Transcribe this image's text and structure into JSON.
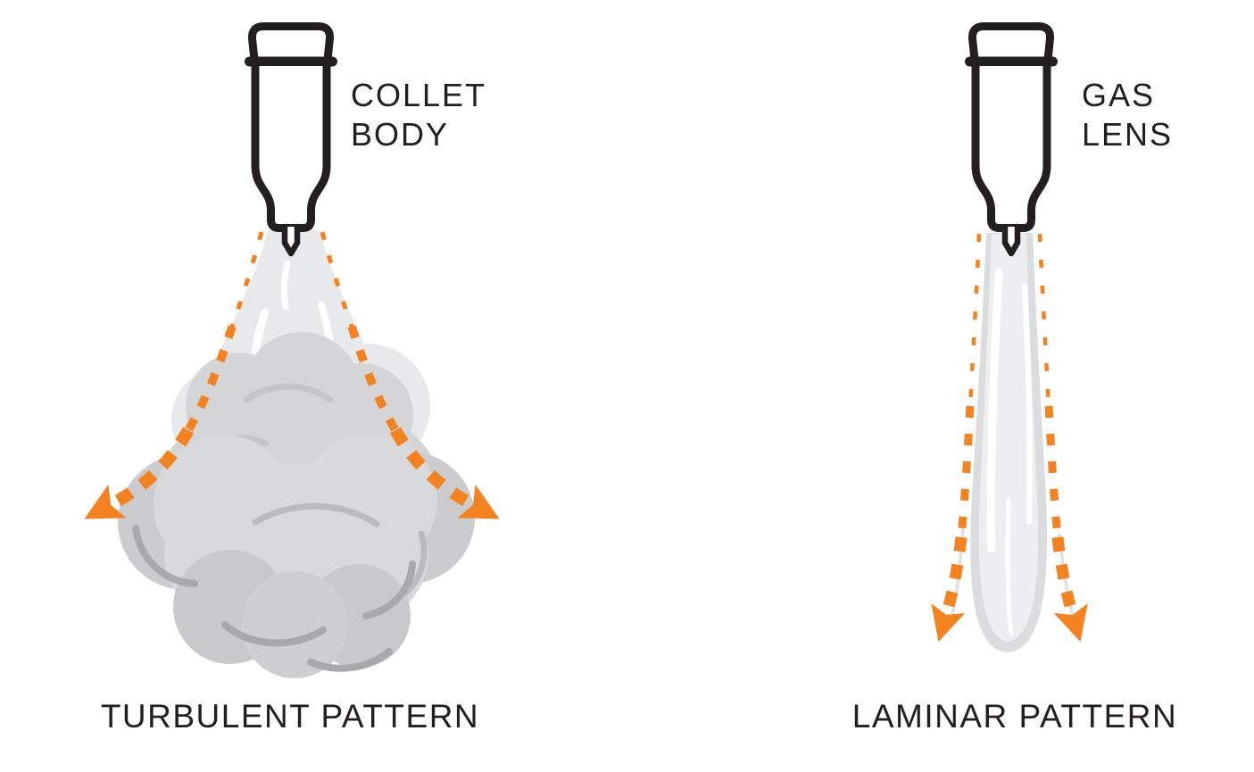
{
  "page": {
    "background_color": "#FFFFFF"
  },
  "colors": {
    "outline": "#231F20",
    "arrow_orange": "#F58220",
    "text": "#231F20",
    "plume_light_gray": "#E8E9EA",
    "cloud_mid_gray": "#D4D5D7",
    "cloud_dark_gray": "#C7C9CB",
    "cloud_accent_gray": "#A7A9AC",
    "stream_light_gray": "#EDEEEF"
  },
  "left_diagram": {
    "nozzle_label_lines": [
      "COLLET",
      "BODY"
    ],
    "caption": "TURBULENT PATTERN"
  },
  "right_diagram": {
    "nozzle_label_lines": [
      "GAS",
      "LENS"
    ],
    "caption": "LAMINAR PATTERN"
  }
}
